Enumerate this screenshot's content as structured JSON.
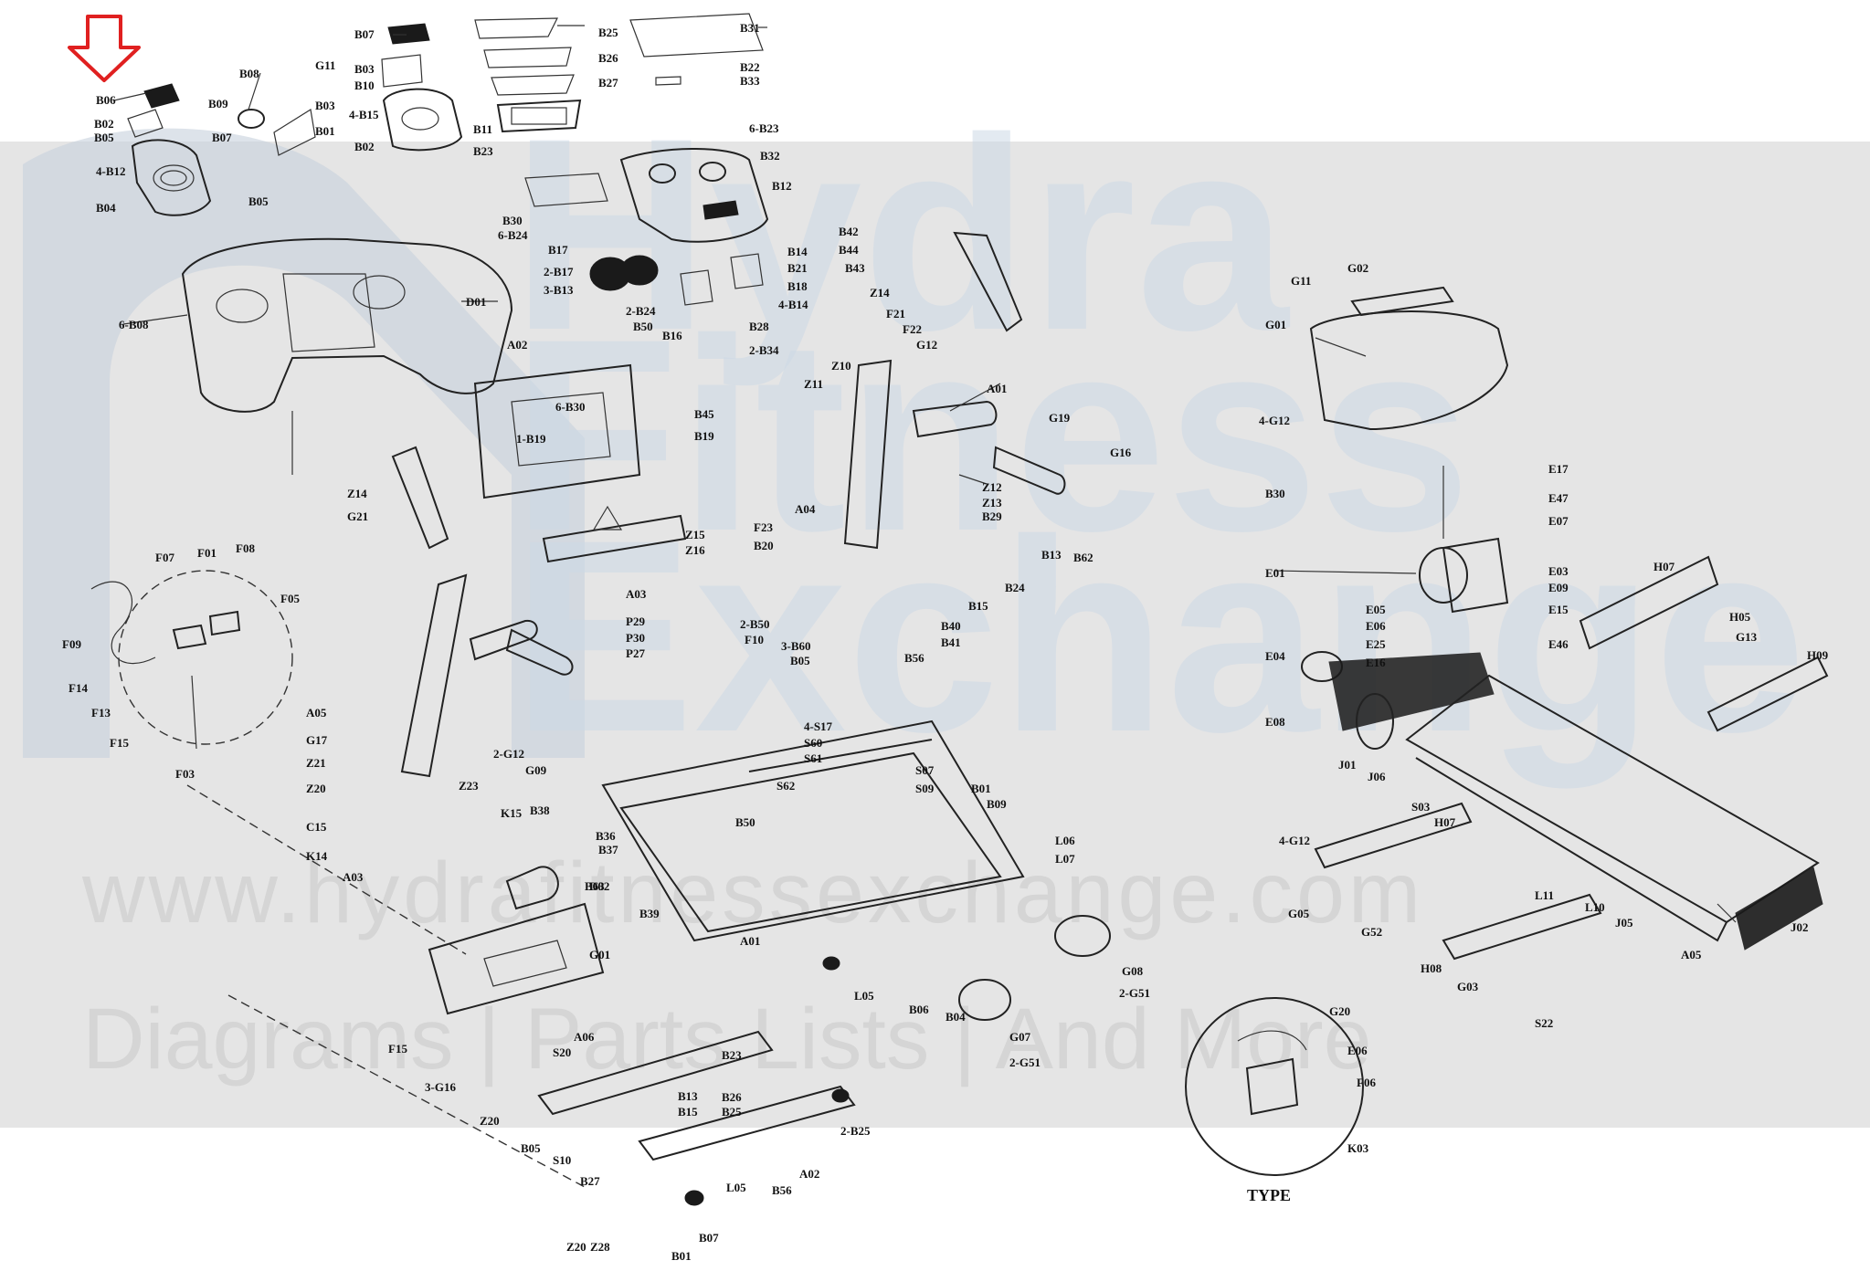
{
  "watermark": {
    "brand_line1": "Hydra",
    "brand_line2": "Fitness",
    "brand_line3": "Exchange",
    "url": "www.hydrafitnessexchange.com",
    "tagline": "Diagrams | Parts Lists | And More",
    "band_color": "#d0d0d0",
    "accent_color": "#9db5d1"
  },
  "pointer": {
    "color": "#e02020",
    "target_label": "B06"
  },
  "labels": {
    "l_b06": "B06",
    "l_b02a": "B02",
    "l_b05a": "B05",
    "l_4b12a": "4-B12",
    "l_b04a": "B04",
    "l_b09a": "B09",
    "l_g11": "G11",
    "l_b07a": "B07",
    "l_b03": "B03",
    "l_b08": "B08",
    "l_b01": "B01",
    "l_b05b": "B05",
    "l_6b08": "6-B08",
    "l_d01": "D01",
    "l_b07b": "B07",
    "l_b03b": "B03",
    "l_b10": "B10",
    "l_4b15": "4-B15",
    "l_b02b": "B02",
    "l_b25": "B25",
    "l_b26": "B26",
    "l_b27": "B27",
    "l_b11": "B11",
    "l_b23": "B23",
    "l_b31": "B31",
    "l_b22": "B22",
    "l_b33": "B33",
    "l_6b23": "6-B23",
    "l_b32": "B32",
    "l_b12": "B12",
    "l_b30": "B30",
    "l_6b24": "6-B24",
    "l_b17": "B17",
    "l_2b17": "2-B17",
    "l_3b13": "3-B13",
    "l_2b24": "2-B24",
    "l_b50": "B50",
    "l_b14": "B14",
    "l_b21": "B21",
    "l_b18": "B18",
    "l_4b14": "4-B14",
    "l_b16": "B16",
    "l_b28": "B28",
    "l_2b34": "2-B34",
    "l_b42": "B42",
    "l_b44": "B44",
    "l_b43": "B43",
    "l_z14": "Z14",
    "l_f21": "F21",
    "l_f22": "F22",
    "l_g12": "G12",
    "l_z10": "Z10",
    "l_z11": "Z11",
    "l_a02": "A02",
    "l_6b30": "6-B30",
    "l_b45": "B45",
    "l_b19": "B19",
    "l_1b19": "1-B19",
    "l_a01": "A01",
    "l_g19": "G19",
    "l_g16": "G16",
    "l_z12": "Z12",
    "l_z13": "Z13",
    "l_b29": "B29",
    "l_a04": "A04",
    "l_z14b": "Z14",
    "l_g21": "G21",
    "l_z15": "Z15",
    "l_z16": "Z16",
    "l_f23": "F23",
    "l_b20": "B20",
    "l_a03": "A03",
    "l_b13": "B13",
    "l_b24": "B24",
    "l_b15": "B15",
    "l_b40": "B40",
    "l_b41": "B41",
    "l_b56": "B56",
    "l_2b50": "2-B50",
    "l_f10": "F10",
    "l_p29": "P29",
    "l_p30": "P30",
    "l_p27": "P27",
    "l_3b60": "3-B60",
    "l_b05c": "B05",
    "l_f07": "F07",
    "l_f01": "F01",
    "l_f08": "F08",
    "l_f05": "F05",
    "l_f09": "F09",
    "l_f14": "F14",
    "l_f13": "F13",
    "l_f15": "F15",
    "l_f03": "F03",
    "l_a05": "A05",
    "l_g17": "G17",
    "l_z21": "Z21",
    "l_z20": "Z20",
    "l_c15": "C15",
    "l_k14": "K14",
    "l_a03b": "A03",
    "l_z23": "Z23",
    "l_k15": "K15",
    "l_2g12": "2-G12",
    "l_g09": "G09",
    "l_b63": "B63",
    "l_b38": "B38",
    "l_b37": "B37",
    "l_b39": "B39",
    "l_b36": "B36",
    "l_4s17": "4-S17",
    "l_s60": "S60",
    "l_s61": "S61",
    "l_s62": "S62",
    "l_b50b": "B50",
    "l_s07": "S07",
    "l_s09": "S09",
    "l_b01b": "B01",
    "l_b09b": "B09",
    "l_l06": "L06",
    "l_l07": "L07",
    "l_b62": "B62",
    "l_a01b": "A01",
    "l_g01": "G01",
    "l_d02": "D02",
    "l_l05": "L05",
    "l_b06b": "B06",
    "l_b04b": "B04",
    "l_g08": "G08",
    "l_2g51": "2-G51",
    "l_g07": "G07",
    "l_2g51b": "2-G51",
    "l_f15b": "F15",
    "l_3g16": "3-G16",
    "l_s20": "S20",
    "l_a06": "A06",
    "l_b23b": "B23",
    "l_b13b": "B13",
    "l_b15b": "B15",
    "l_b26b": "B26",
    "l_b25b": "B25",
    "l_z20b": "Z20",
    "l_b05d": "B05",
    "l_s10": "S10",
    "l_b27b": "B27",
    "l_2b25": "2-B25",
    "l_a02b": "A02",
    "l_b56b": "B56",
    "l_l05b": "L05",
    "l_b07c": "B07",
    "l_z20c": "Z20",
    "l_z28": "Z28",
    "l_b01c": "B01",
    "l_g02": "G02",
    "l_g11b": "G11",
    "l_g01b": "G01",
    "l_4g12": "4-G12",
    "l_b30b": "B30",
    "l_e17": "E17",
    "l_e47": "E47",
    "l_e07": "E07",
    "l_e01": "E01",
    "l_e03": "E03",
    "l_e09": "E09",
    "l_e15": "E15",
    "l_e46": "E46",
    "l_e05": "E05",
    "l_e06": "E06",
    "l_e25": "E25",
    "l_e16": "E16",
    "l_e04": "E04",
    "l_e08": "E08",
    "l_j01": "J01",
    "l_j06": "J06",
    "l_h07": "H07",
    "l_h05": "H05",
    "l_g13": "G13",
    "l_h09": "H09",
    "l_s03": "S03",
    "l_4g12b": "4-G12",
    "l_h07b": "H07",
    "l_g05": "G05",
    "l_g52": "G52",
    "l_l11": "L11",
    "l_l10": "L10",
    "l_j05": "J05",
    "l_j02": "J02",
    "l_a05b": "A05",
    "l_h08": "H08",
    "l_g03": "G03",
    "l_s22": "S22",
    "l_g20": "G20",
    "l_e06b": "E06",
    "l_f06": "F06",
    "l_k03": "K03",
    "l_detail": "TYPE"
  }
}
